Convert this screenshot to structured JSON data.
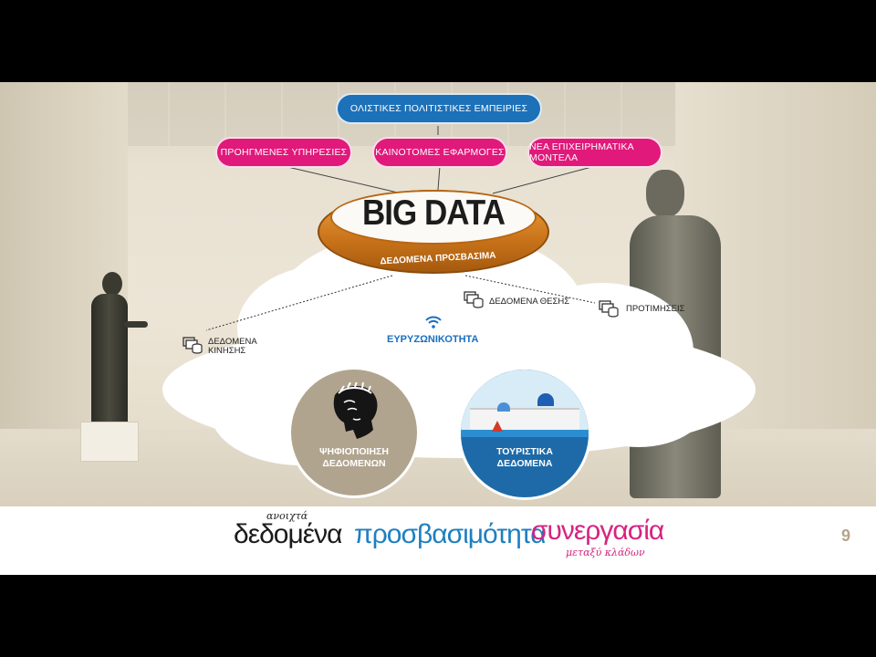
{
  "diagram": {
    "top": "ΟΛΙΣΤΙΚΕΣ ΠΟΛΙΤΙΣΤΙΚΕΣ ΕΜΠΕΙΡΙΕΣ",
    "outputs": [
      "ΠΡΟΗΓΜΕΝΕΣ ΥΠΗΡΕΣΙΕΣ",
      "ΚΑΙΝΟΤΟΜΕΣ ΕΦΑΡΜΟΓΕΣ",
      "ΝΕΑ ΕΠΙΧΕΙΡΗΜΑΤΙΚΑ ΜΟΝΤΕΛΑ"
    ],
    "core_title": "BIG DATA",
    "core_subtitle": "ΔΕΔΟΜΕΝΑ ΠΡΟΣΒΑΣΙΜΑ",
    "sources": {
      "movement": [
        "ΔΕΔΟΜΕΝΑ",
        "ΚΙΝΗΣΗΣ"
      ],
      "location": "ΔΕΔΟΜΕΝΑ ΘΕΣΗΣ",
      "preferences": "ΠΡΟΤΙΜΗΣΕΙΣ",
      "broadband": "ΕΥΡΥΖΩΝΙΚΟΤΗΤΑ"
    },
    "digitization": [
      "ΨΗΦΙΟΠΟΙΗΣΗ",
      "ΔΕΔΟΜΕΝΩΝ"
    ],
    "tourism": [
      "ΤΟΥΡΙΣΤΙΚΑ",
      "ΔΕΔΟΜΕΝΑ"
    ]
  },
  "footer": {
    "open_small": "ανοιχτά",
    "open_big": "δεδομένα",
    "access": "προσβασιμότητα",
    "coop": "συνεργασία",
    "coop_small": "μεταξύ κλάδων",
    "page": "9"
  },
  "colors": {
    "blue": "#1c71b8",
    "pink": "#e0197a",
    "orange": "#c9731a"
  }
}
